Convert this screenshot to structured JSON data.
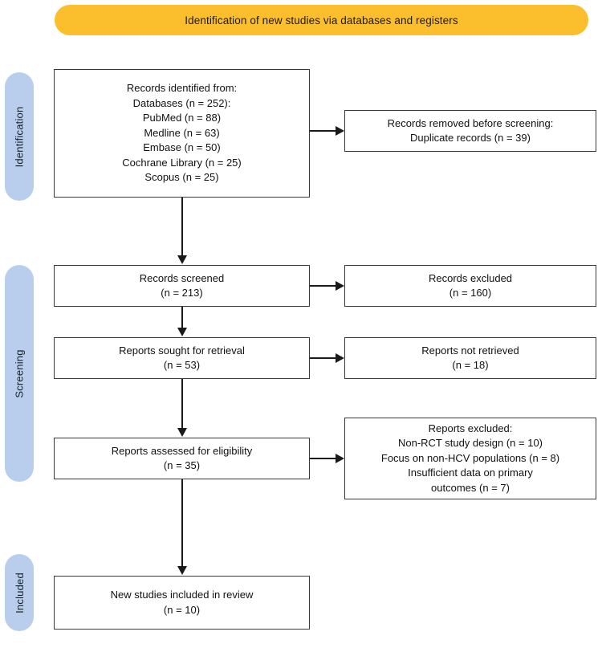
{
  "banner": {
    "title": "Identification of new studies via databases and registers",
    "color": "#FBBF2E"
  },
  "stages": {
    "color": "#B8CEEC",
    "identification": "Identification",
    "screening": "Screening",
    "included": "Included"
  },
  "boxes": {
    "identified": {
      "lines": [
        "Records identified from:",
        "Databases (n = 252):",
        "PubMed (n = 88)",
        "Medline (n = 63)",
        "Embase (n = 50)",
        "Cochrane Library (n = 25)",
        "Scopus (n = 25)"
      ]
    },
    "removed": {
      "lines": [
        "Records removed before screening:",
        "Duplicate records (n = 39)"
      ]
    },
    "screened": {
      "lines": [
        "Records screened",
        "(n = 213)"
      ]
    },
    "excluded": {
      "lines": [
        "Records excluded",
        "(n = 160)"
      ]
    },
    "sought": {
      "lines": [
        "Reports sought for retrieval",
        "(n = 53)"
      ]
    },
    "not_retrieved": {
      "lines": [
        "Reports not retrieved",
        "(n = 18)"
      ]
    },
    "assessed": {
      "lines": [
        "Reports assessed for eligibility",
        "(n = 35)"
      ]
    },
    "reports_excluded": {
      "lines": [
        "Reports excluded:",
        "Non-RCT study design (n = 10)",
        "Focus on non-HCV populations (n = 8)",
        "Insufficient data on primary",
        "outcomes (n = 7)"
      ]
    },
    "included": {
      "lines": [
        "New studies included in review",
        "(n = 10)"
      ]
    }
  },
  "chart_data": {
    "type": "diagram",
    "title": "PRISMA 2020 flow diagram for new systematic reviews",
    "nodes": [
      {
        "id": "identified",
        "stage": "Identification",
        "label": "Records identified from databases",
        "n": 252
      },
      {
        "id": "pubmed",
        "stage": "Identification",
        "label": "PubMed",
        "n": 88
      },
      {
        "id": "medline",
        "stage": "Identification",
        "label": "Medline",
        "n": 63
      },
      {
        "id": "embase",
        "stage": "Identification",
        "label": "Embase",
        "n": 50
      },
      {
        "id": "cochrane",
        "stage": "Identification",
        "label": "Cochrane Library",
        "n": 25
      },
      {
        "id": "scopus",
        "stage": "Identification",
        "label": "Scopus",
        "n": 25
      },
      {
        "id": "removed",
        "stage": "Identification",
        "label": "Duplicate records removed",
        "n": 39
      },
      {
        "id": "screened",
        "stage": "Screening",
        "label": "Records screened",
        "n": 213
      },
      {
        "id": "excluded",
        "stage": "Screening",
        "label": "Records excluded",
        "n": 160
      },
      {
        "id": "sought",
        "stage": "Screening",
        "label": "Reports sought for retrieval",
        "n": 53
      },
      {
        "id": "not_retrieved",
        "stage": "Screening",
        "label": "Reports not retrieved",
        "n": 18
      },
      {
        "id": "assessed",
        "stage": "Screening",
        "label": "Reports assessed for eligibility",
        "n": 35
      },
      {
        "id": "exc_nonrct",
        "stage": "Screening",
        "label": "Non-RCT study design",
        "n": 10
      },
      {
        "id": "exc_nonhcv",
        "stage": "Screening",
        "label": "Focus on non-HCV populations",
        "n": 8
      },
      {
        "id": "exc_insufficient",
        "stage": "Screening",
        "label": "Insufficient data on primary outcomes",
        "n": 7
      },
      {
        "id": "included",
        "stage": "Included",
        "label": "New studies included in review",
        "n": 10
      }
    ],
    "edges": [
      {
        "from": "identified",
        "to": "removed",
        "direction": "right"
      },
      {
        "from": "identified",
        "to": "screened",
        "direction": "down"
      },
      {
        "from": "screened",
        "to": "excluded",
        "direction": "right"
      },
      {
        "from": "screened",
        "to": "sought",
        "direction": "down"
      },
      {
        "from": "sought",
        "to": "not_retrieved",
        "direction": "right"
      },
      {
        "from": "sought",
        "to": "assessed",
        "direction": "down"
      },
      {
        "from": "assessed",
        "to": "exc_nonrct",
        "direction": "right"
      },
      {
        "from": "assessed",
        "to": "included",
        "direction": "down"
      }
    ]
  }
}
